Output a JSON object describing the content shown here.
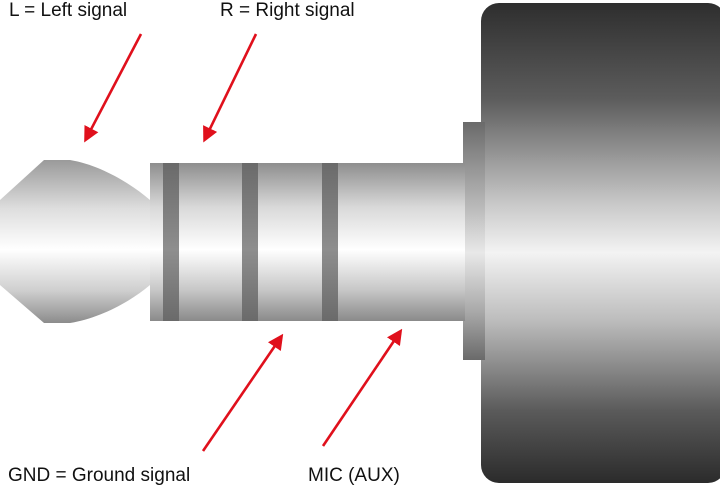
{
  "labels": {
    "left": "L = Left signal",
    "right": "R = Right signal",
    "ground": "GND = Ground signal",
    "mic": "MIC (AUX)"
  },
  "colors": {
    "arrow": "#e0101c",
    "text": "#111111",
    "insulator": "#7d7d7d",
    "metal_light": "#f4f4f4",
    "metal_dark": "#8f8f8f",
    "housing_dark": "#3a3a3a",
    "housing_light": "#e6e6e6"
  }
}
